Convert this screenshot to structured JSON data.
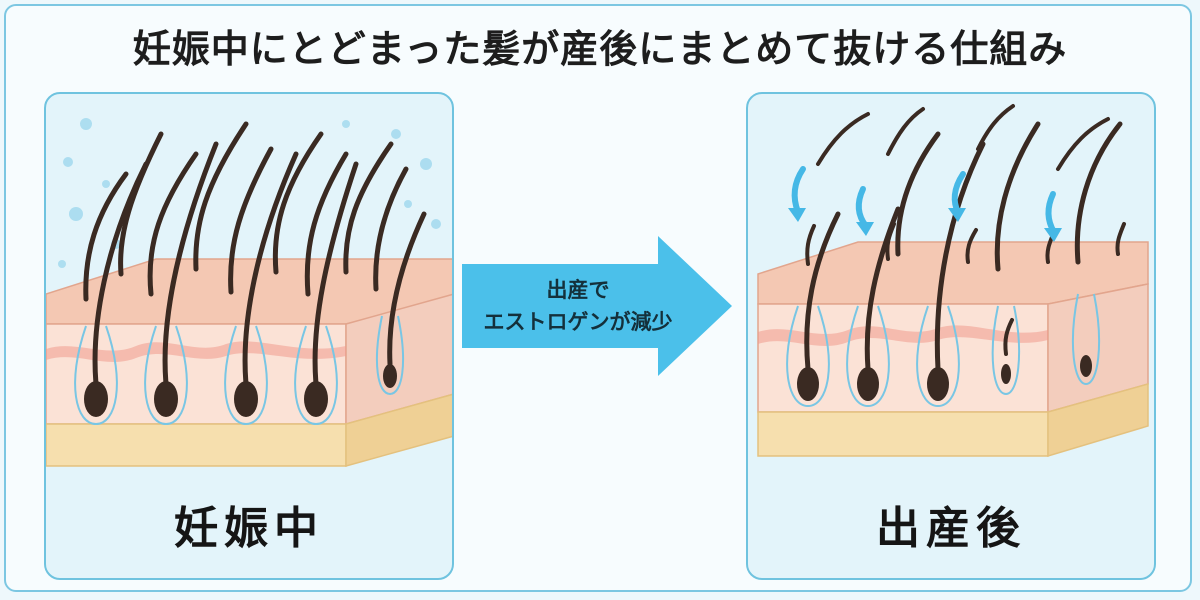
{
  "title": "妊娠中にとどまった髪が産後にまとめて抜ける仕組み",
  "panels": {
    "left": {
      "label": "妊娠中"
    },
    "right": {
      "label": "出産後"
    }
  },
  "transition": {
    "line1": "出産で",
    "line2": "エストロゲンが減少"
  },
  "colors": {
    "accent": "#4bc0ea",
    "border": "#6fc3df",
    "skin": "#f7d2c0",
    "hair": "#3a2a22",
    "fat": "#f6dfae"
  }
}
